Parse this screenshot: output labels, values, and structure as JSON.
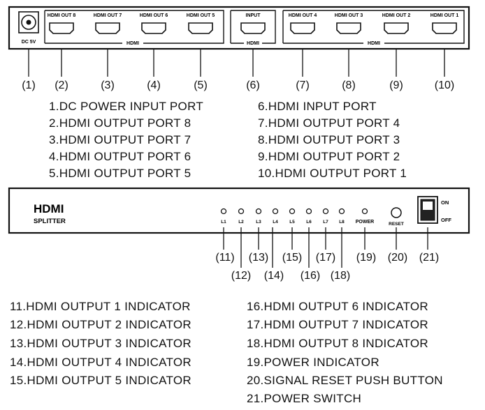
{
  "rear_panel": {
    "dc_label": "DC 5V",
    "output_group_a": {
      "ports": [
        "HDMI OUT 8",
        "HDMI OUT 7",
        "HDMI OUT 6",
        "HDMI OUT 5"
      ],
      "group_label": "HDMI"
    },
    "input_group": {
      "ports": [
        "INPUT"
      ],
      "group_label": "HDMI"
    },
    "output_group_b": {
      "ports": [
        "HDMI OUT 4",
        "HDMI OUT 3",
        "HDMI OUT 2",
        "HDMI OUT 1"
      ],
      "group_label": "HDMI"
    },
    "callouts": [
      "(1)",
      "(2)",
      "(3)",
      "(4)",
      "(5)",
      "(6)",
      "(7)",
      "(8)",
      "(9)",
      "(10)"
    ],
    "legend_left": [
      "1.DC POWER INPUT PORT",
      "2.HDMI OUTPUT PORT 8",
      "3.HDMI OUTPUT PORT 7",
      "4.HDMI OUTPUT PORT 6",
      "5.HDMI OUTPUT PORT 5"
    ],
    "legend_right": [
      "6.HDMI INPUT PORT",
      "7.HDMI OUTPUT PORT 4",
      "8.HDMI OUTPUT PORT 3",
      "9.HDMI OUTPUT PORT 2",
      "10.HDMI OUTPUT PORT 1"
    ]
  },
  "front_panel": {
    "brand_line1": "HDMI",
    "brand_line2": "SPLITTER",
    "leds": [
      "L1",
      "L2",
      "L3",
      "L4",
      "L5",
      "L6",
      "L7",
      "L8"
    ],
    "power_label": "POWER",
    "reset_label": "RESET",
    "switch_on": "ON",
    "switch_off": "OFF",
    "callouts": [
      "(11)",
      "(12)",
      "(13)",
      "(14)",
      "(15)",
      "(16)",
      "(17)",
      "(18)",
      "(19)",
      "(20)",
      "(21)"
    ],
    "legend_left": [
      "11.HDMI OUTPUT 1 INDICATOR",
      "12.HDMI OUTPUT 2 INDICATOR",
      "13.HDMI OUTPUT 3 INDICATOR",
      "14.HDMI OUTPUT 4 INDICATOR",
      "15.HDMI OUTPUT 5 INDICATOR"
    ],
    "legend_right": [
      "16.HDMI OUTPUT 6 INDICATOR",
      "17.HDMI OUTPUT 7 INDICATOR",
      "18.HDMI OUTPUT 8 INDICATOR",
      "19.POWER  INDICATOR",
      "20.SIGNAL RESET PUSH BUTTON",
      "21.POWER SWITCH"
    ]
  }
}
